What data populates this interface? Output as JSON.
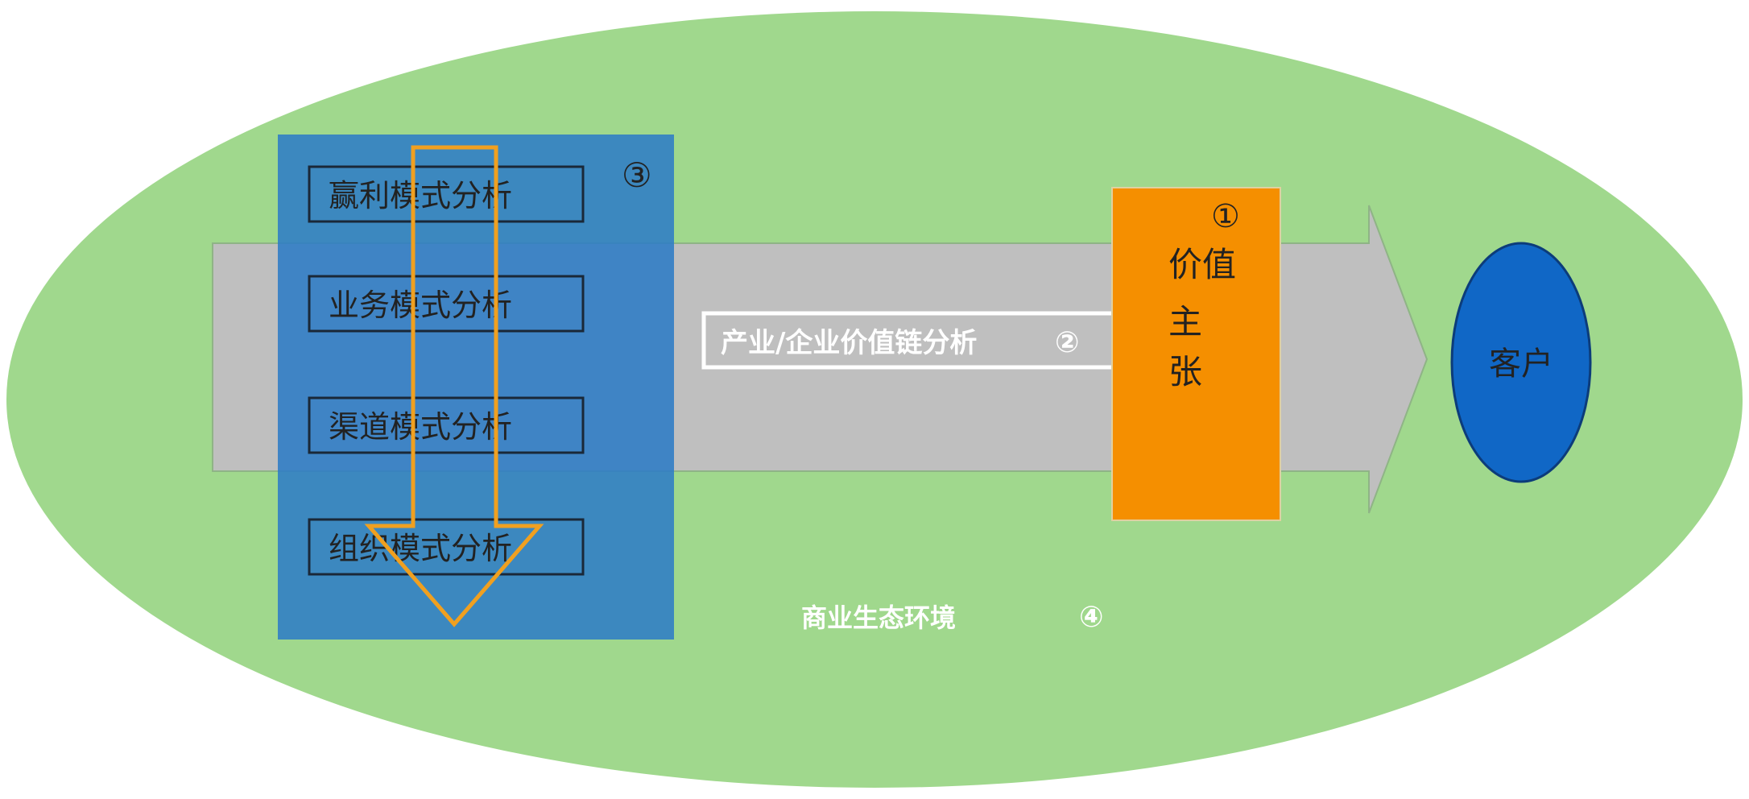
{
  "environment": {
    "label": "商业生态环境",
    "marker": "④"
  },
  "value_chain": {
    "label": "产业/企业价值链分析",
    "marker": "②"
  },
  "value_proposition": {
    "marker": "①",
    "lines": [
      "价值",
      "主",
      "张"
    ]
  },
  "customer": {
    "label": "客户"
  },
  "business_model": {
    "marker": "③",
    "items": [
      "赢利模式分析",
      "业务模式分析",
      "渠道模式分析",
      "组织模式分析"
    ]
  },
  "colors": {
    "environment": "#a0d88d",
    "value_chain_arrow": "#bfbfbf",
    "business_model_panel": "#2e7cc6",
    "value_proposition": "#f58f00",
    "customer": "#1067c6",
    "flow_arrow": "#f0a020"
  }
}
